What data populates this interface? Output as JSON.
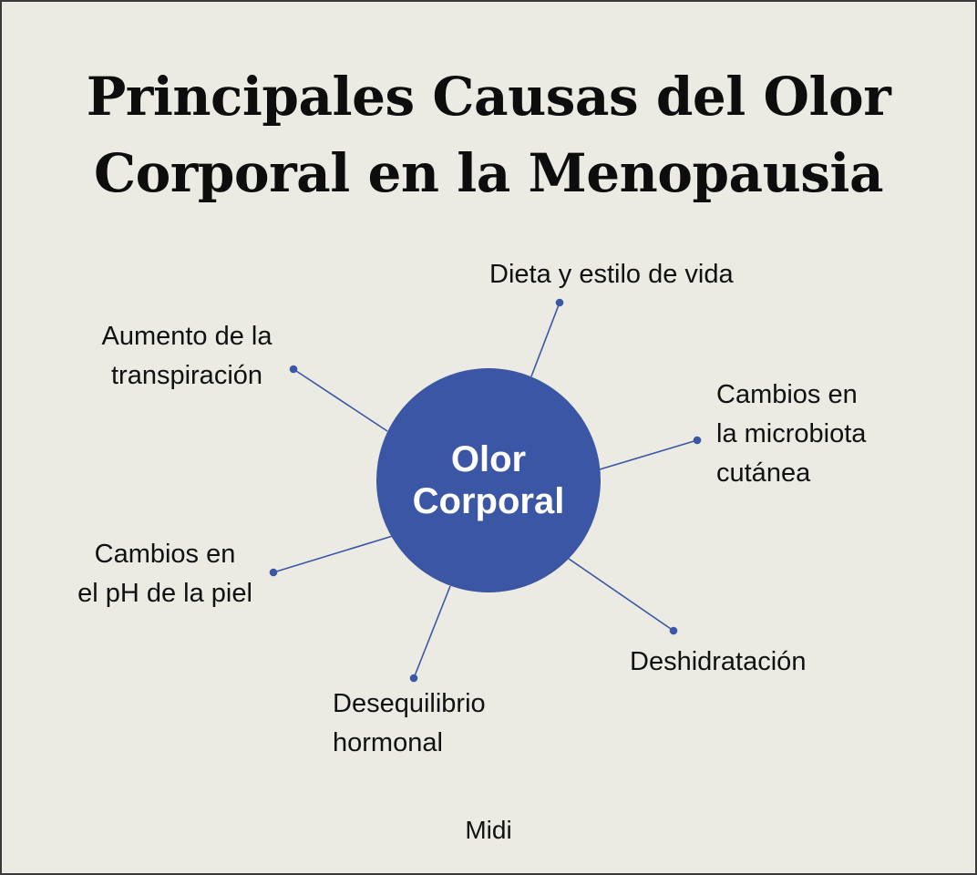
{
  "title": {
    "lines": [
      "Principales Causas del Olor",
      "Corporal en la Menopausia"
    ]
  },
  "hub": {
    "lines": [
      "Olor",
      "Corporal"
    ],
    "color": "#3a56a4"
  },
  "branches": [
    {
      "id": "dieta",
      "lines": [
        "Dieta y estilo de vida"
      ],
      "dot": [
        614,
        332
      ],
      "edge": [
        583,
        413
      ]
    },
    {
      "id": "microbiota",
      "lines": [
        "Cambios en",
        "la microbiota",
        "cutánea"
      ],
      "dot": [
        765,
        483
      ],
      "edge": [
        658,
        515
      ]
    },
    {
      "id": "deshidratacion",
      "lines": [
        "Deshidratación"
      ],
      "dot": [
        739,
        692
      ],
      "edge": [
        624,
        613
      ]
    },
    {
      "id": "hormonal",
      "lines": [
        "Desequilibrio",
        "hormonal"
      ],
      "dot": [
        454,
        744
      ],
      "edge": [
        494,
        643
      ]
    },
    {
      "id": "ph",
      "lines": [
        "Cambios en",
        "el pH de la piel"
      ],
      "dot": [
        300,
        628
      ],
      "edge": [
        431,
        588
      ]
    },
    {
      "id": "transpiracion",
      "lines": [
        "Aumento de la",
        "transpiración"
      ],
      "dot": [
        322,
        405
      ],
      "edge": [
        425,
        473
      ]
    }
  ],
  "connector_color": "#3a56a4",
  "background_color": "#ebebe4",
  "footer": {
    "text": "Midi"
  }
}
